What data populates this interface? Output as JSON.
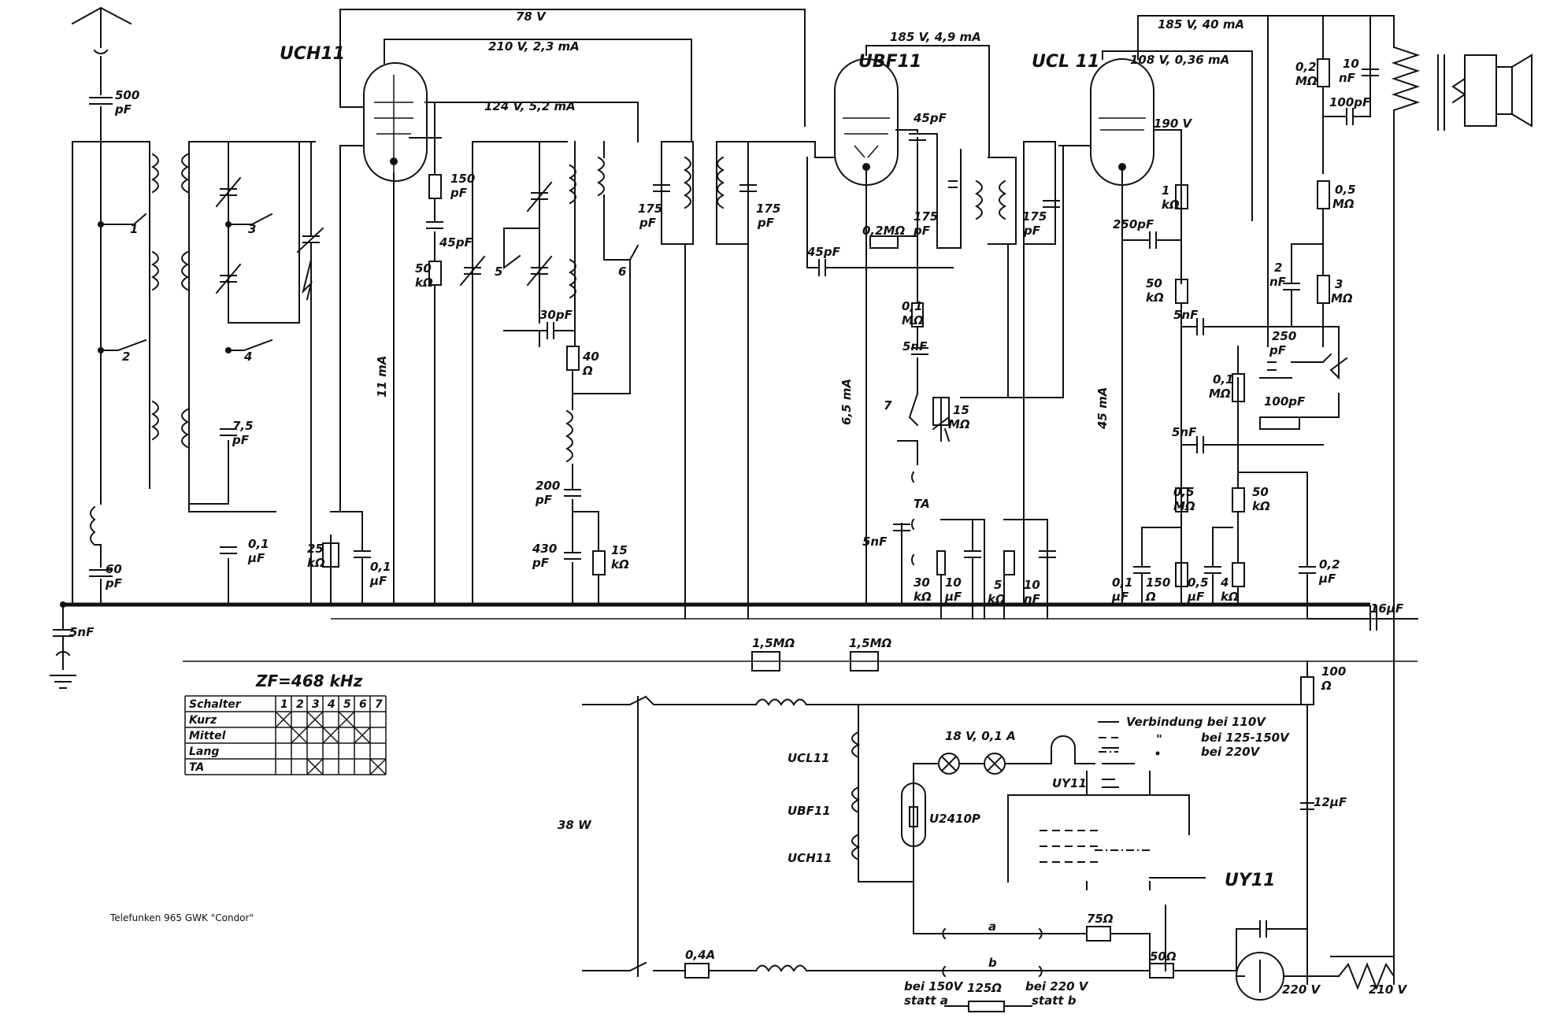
{
  "caption": "Telefunken 965 GWK \"Condor\"",
  "tubes": {
    "uch11": "UCH11",
    "ubf11": "UBF11",
    "ucl11": "UCL 11",
    "uy11": "UY11",
    "uy11_small": "UY11",
    "u2410p": "U2410P"
  },
  "voltages": {
    "v78": "78 V",
    "v210_23": "210 V, 2,3 mA",
    "v124_52": "124 V, 5,2 mA",
    "v185_49": "185 V, 4,9 mA",
    "v185_40": "185 V, 40 mA",
    "v108": "108 V, 0,36 mA",
    "v190": "190 V",
    "i11": "11 mA",
    "i65": "6,5 mA",
    "i45": "45 mA",
    "v220a": "220 V",
    "v210b": "210 V",
    "w38": "38 W",
    "lamp": "18 V, 0,1 A"
  },
  "if_freq": "ZF=468 kHz",
  "legend": {
    "l110": "Verbindung bei  110V",
    "l125": "bei  125-150V",
    "l220": "bei  220V",
    "quote": "\""
  },
  "heaters": [
    "UCL11",
    "UBF11",
    "UCH11"
  ],
  "switch_table": {
    "header": "Schalter",
    "cols": [
      "1",
      "2",
      "3",
      "4",
      "5",
      "6",
      "7"
    ],
    "rows": [
      {
        "label": "Kurz",
        "marks": [
          1,
          0,
          1,
          0,
          1,
          0,
          0
        ]
      },
      {
        "label": "Mittel",
        "marks": [
          0,
          1,
          0,
          1,
          0,
          1,
          0
        ]
      },
      {
        "label": "Lang",
        "marks": [
          0,
          0,
          0,
          0,
          0,
          0,
          0
        ]
      },
      {
        "label": "TA",
        "marks": [
          0,
          0,
          1,
          0,
          0,
          0,
          1
        ]
      }
    ]
  },
  "components": {
    "c500": [
      "500",
      "pF"
    ],
    "c60": [
      "60",
      "pF"
    ],
    "c5nf_ant": "5nF",
    "c75": [
      "7,5",
      "pF"
    ],
    "c01a": [
      "0,1",
      "µF"
    ],
    "r25k": [
      "25",
      "kΩ"
    ],
    "c01b": [
      "0,1",
      "µF"
    ],
    "c150": [
      "150",
      "pF"
    ],
    "c45a": "45pF",
    "r50k": [
      "50",
      "kΩ"
    ],
    "c30": "30pF",
    "r40": [
      "40",
      "Ω"
    ],
    "c200": [
      "200",
      "pF"
    ],
    "c430": [
      "430",
      "pF"
    ],
    "r15k": [
      "15",
      "kΩ"
    ],
    "c175a": [
      "175",
      "pF"
    ],
    "c175b": [
      "175",
      "pF"
    ],
    "c45b": "45pF",
    "c45c": "45pF",
    "r02m": "0,2MΩ",
    "c175c": [
      "175",
      "pF"
    ],
    "c175d": [
      "175",
      "pF"
    ],
    "r01m": [
      "0,1",
      "MΩ"
    ],
    "c5nfa": "5nF",
    "p15m": [
      "15",
      "MΩ"
    ],
    "ta": "TA",
    "c5nfb": "5nF",
    "r30k": [
      "30",
      "kΩ"
    ],
    "c10uf": [
      "10",
      "µF"
    ],
    "r5k": [
      "5",
      "kΩ"
    ],
    "c10nf": [
      "10",
      "nF"
    ],
    "c250": "250pF",
    "r1k": [
      "1",
      "kΩ"
    ],
    "r50kb": [
      "50",
      "kΩ"
    ],
    "c5nfc": "5nF",
    "c5nfd": "5nF",
    "r05a": [
      "0,5",
      "MΩ"
    ],
    "c01c": [
      "0,1",
      "µF"
    ],
    "r150": [
      "150",
      "Ω"
    ],
    "c05": [
      "0,5",
      "µF"
    ],
    "r4k": [
      "4",
      "kΩ"
    ],
    "r01mb": [
      "0,1",
      "MΩ"
    ],
    "r50kc": [
      "50",
      "kΩ"
    ],
    "r02mb": [
      "0,2",
      "MΩ"
    ],
    "c10nfb": [
      "10",
      "nF"
    ],
    "c100a": "100pF",
    "r05b": [
      "0,5",
      "MΩ"
    ],
    "c2nf": [
      "2",
      "nF"
    ],
    "r3m": [
      "3",
      "MΩ"
    ],
    "c250b": [
      "250",
      "pF"
    ],
    "c100b": "100pF",
    "c02": [
      "0,2",
      "µF"
    ],
    "c16": "16µF",
    "r15ma": "1,5MΩ",
    "r15mb": "1,5MΩ",
    "r100": [
      "100",
      "Ω"
    ],
    "c12": "12µF",
    "f04": "0,4A",
    "r75": "75Ω",
    "r50": "50Ω",
    "r125": "125Ω",
    "a": "a",
    "b": "b",
    "bei150": [
      "bei 150V",
      "statt a"
    ],
    "bei220": [
      "bei 220 V",
      "statt b"
    ]
  },
  "switch_numbers": [
    "1",
    "2",
    "3",
    "4",
    "5",
    "6",
    "7"
  ]
}
